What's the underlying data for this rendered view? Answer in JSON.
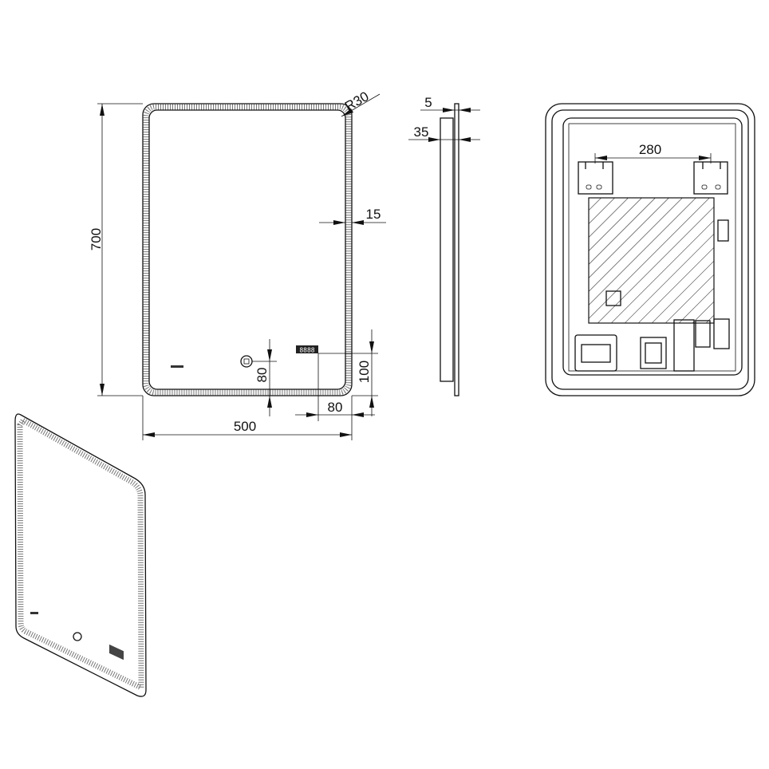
{
  "front_view": {
    "height_label": "700",
    "radius_label": "R30",
    "border_label": "15",
    "touch_offset_label": "80",
    "display_height_label": "100",
    "display_offset_label": "80",
    "width_label": "500",
    "display_text": "8888"
  },
  "side_view": {
    "panel_label": "5",
    "depth_label": "35"
  },
  "back_view": {
    "bracket_spacing_label": "280"
  }
}
